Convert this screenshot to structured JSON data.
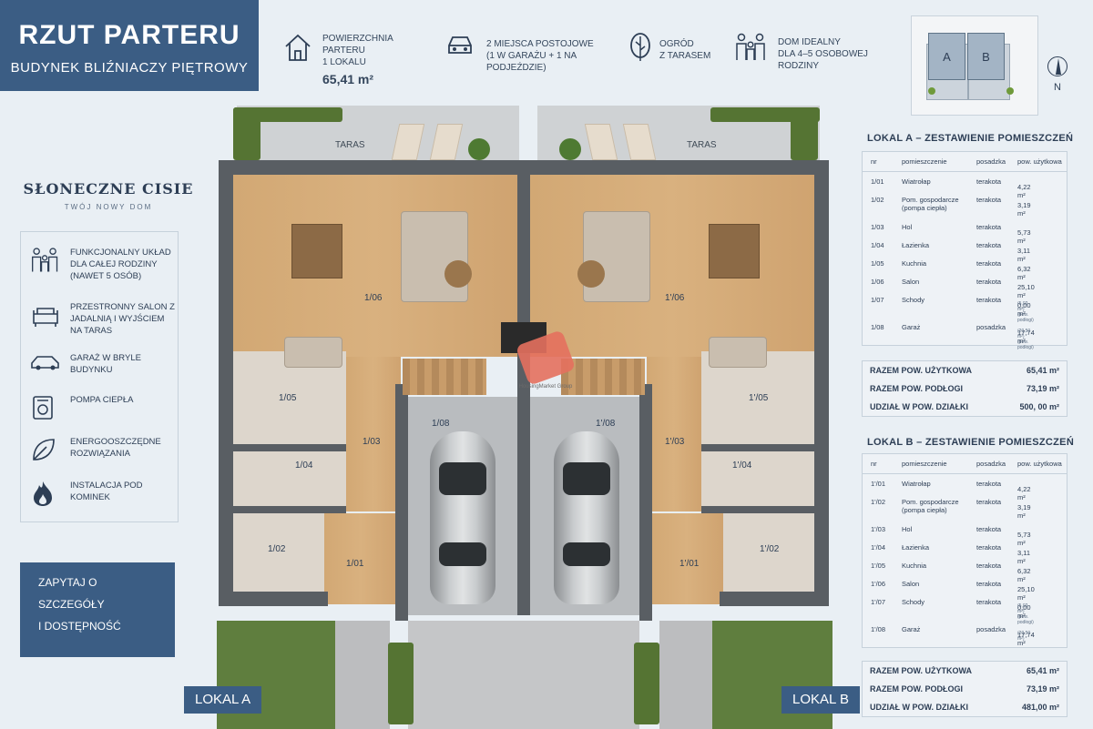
{
  "header": {
    "title": "RZUT PARTERU",
    "subtitle": "BUDYNEK BLIŹNIACZY PIĘTROWY"
  },
  "features_top": [
    {
      "icon": "house-icon",
      "line1": "POWIERZCHNIA PARTERU",
      "line2": "1 LOKALU",
      "value": "65,41 m²"
    },
    {
      "icon": "car-icon",
      "line1": "2 MIEJSCA POSTOJOWE",
      "line2": "(1 W GARAŻU + 1 NA PODJEŹDZIE)"
    },
    {
      "icon": "leaf-icon",
      "line1": "OGRÓD",
      "line2": "Z TARASEM"
    },
    {
      "icon": "family-icon",
      "line1": "DOM IDEALNY",
      "line2": "DLA 4–5 OSOBOWEJ",
      "line3": "RODZINY"
    }
  ],
  "site_plan": {
    "unit_a": "A",
    "unit_b": "B",
    "north": "N"
  },
  "brand": {
    "name": "SŁONECZNE CISIE",
    "tagline": "TWÓJ NOWY DOM"
  },
  "advantages": [
    {
      "icon": "family-icon",
      "text": "FUNKCJONALNY UKŁAD DLA CAŁEJ RODZINY (NAWET 5 OSÓB)"
    },
    {
      "icon": "sofa-icon",
      "text": "PRZESTRONNY SALON Z JADALNIĄ I WYJŚCIEM NA TARAS"
    },
    {
      "icon": "car-icon",
      "text": "GARAŻ W BRYLE BUDYNKU"
    },
    {
      "icon": "heat-pump-icon",
      "text": "POMPA CIEPŁA"
    },
    {
      "icon": "leaf-icon",
      "text": "ENERGOOSZCZĘDNE ROZWIĄZANIA"
    },
    {
      "icon": "flame-icon",
      "text": "INSTALACJA POD KOMINEK"
    }
  ],
  "cta": {
    "line1": "ZAPYTAJ O SZCZEGÓŁY",
    "line2": "I DOSTĘPNOŚĆ"
  },
  "plan": {
    "terrace_label": "TARAS",
    "rooms_a": {
      "r106": "1/06",
      "r105": "1/05",
      "r103": "1/03",
      "r108": "1/08",
      "r104": "1/04",
      "r102": "1/02",
      "r101": "1/01"
    },
    "rooms_b": {
      "r106": "1'/06",
      "r105": "1'/05",
      "r103": "1'/03",
      "r108": "1'/08",
      "r104": "1'/04",
      "r102": "1'/02",
      "r101": "1'/01"
    },
    "lokal_a": "LOKAL A",
    "lokal_b": "LOKAL B",
    "watermark": "HousingMarket Group"
  },
  "table_a": {
    "title": "LOKAL A – ZESTAWIENIE POMIESZCZEŃ",
    "headers": [
      "nr",
      "pomieszczenie",
      "posadzka",
      "pow. użytkowa"
    ],
    "rows": [
      {
        "nr": "1/01",
        "name": "Wiatrołap",
        "floor": "terakota",
        "area": "4,22 m²",
        "note": ""
      },
      {
        "nr": "1/02",
        "name": "Pom. gospodarcze (pompa ciepła)",
        "floor": "terakota",
        "area": "3,19 m²",
        "note": ""
      },
      {
        "nr": "1/03",
        "name": "Hol",
        "floor": "terakota",
        "area": "5,73 m²",
        "note": ""
      },
      {
        "nr": "1/04",
        "name": "Łazienka",
        "floor": "terakota",
        "area": "3,11 m²",
        "note": ""
      },
      {
        "nr": "1/05",
        "name": "Kuchnia",
        "floor": "terakota",
        "area": "6,32 m²",
        "note": ""
      },
      {
        "nr": "1/06",
        "name": "Salon",
        "floor": "terakota",
        "area": "25,10 m²",
        "note": ""
      },
      {
        "nr": "1/07",
        "name": "Schody",
        "floor": "terakota",
        "area": "0,00 m²",
        "note": "(5,02 m²) (pow. podłogi)"
      },
      {
        "nr": "1/08",
        "name": "Garaż",
        "floor": "posadzka",
        "area": "17,74 m²",
        "note": "(20,50 m²) (pow. podłogi)"
      }
    ],
    "totals": [
      {
        "label": "RAZEM POW. UŻYTKOWA",
        "value": "65,41 m²"
      },
      {
        "label": "RAZEM POW. PODŁOGI",
        "value": "73,19 m²"
      },
      {
        "label": "UDZIAŁ W POW. DZIAŁKI",
        "value": "500, 00 m²"
      }
    ]
  },
  "table_b": {
    "title": "LOKAL B – ZESTAWIENIE POMIESZCZEŃ",
    "headers": [
      "nr",
      "pomieszczenie",
      "posadzka",
      "pow. użytkowa"
    ],
    "rows": [
      {
        "nr": "1'/01",
        "name": "Wiatrołap",
        "floor": "terakota",
        "area": "4,22 m²",
        "note": ""
      },
      {
        "nr": "1'/02",
        "name": "Pom. gospodarcze (pompa ciepła)",
        "floor": "terakota",
        "area": "3,19 m²",
        "note": ""
      },
      {
        "nr": "1'/03",
        "name": "Hol",
        "floor": "terakota",
        "area": "5,73 m²",
        "note": ""
      },
      {
        "nr": "1'/04",
        "name": "Łazienka",
        "floor": "terakota",
        "area": "3,11 m²",
        "note": ""
      },
      {
        "nr": "1'/05",
        "name": "Kuchnia",
        "floor": "terakota",
        "area": "6,32 m²",
        "note": ""
      },
      {
        "nr": "1'/06",
        "name": "Salon",
        "floor": "terakota",
        "area": "25,10 m²",
        "note": ""
      },
      {
        "nr": "1'/07",
        "name": "Schody",
        "floor": "terakota",
        "area": "0,00 m²",
        "note": "(5,02 m²) (pow. podłogi)"
      },
      {
        "nr": "1'/08",
        "name": "Garaż",
        "floor": "posadzka",
        "area": "17,74 m²",
        "note": "(20,50 m²)"
      }
    ],
    "totals": [
      {
        "label": "RAZEM POW. UŻYTKOWA",
        "value": "65,41 m²"
      },
      {
        "label": "RAZEM POW. PODŁOGI",
        "value": "73,19 m²"
      },
      {
        "label": "UDZIAŁ W POW. DZIAŁKI",
        "value": "481,00 m²"
      }
    ]
  }
}
